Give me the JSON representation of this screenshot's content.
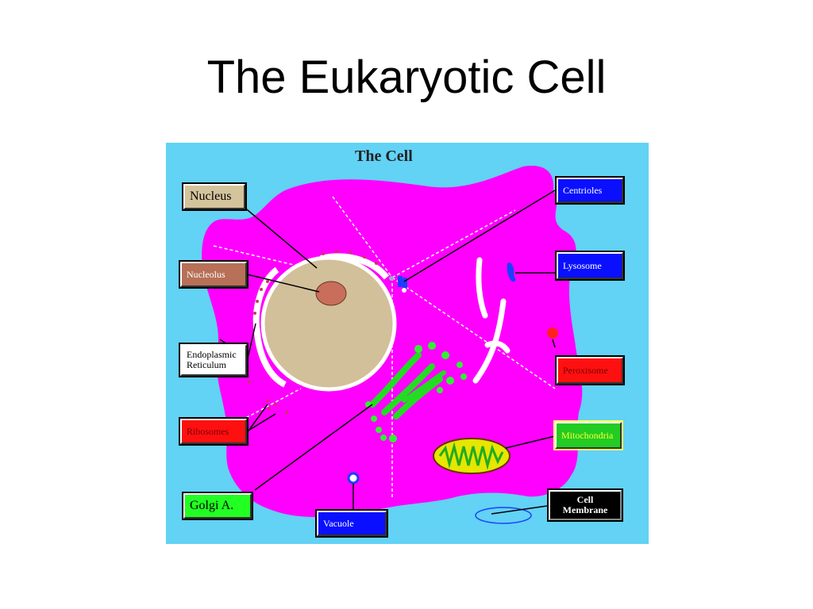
{
  "slide": {
    "title": "The Eukaryotic Cell"
  },
  "diagram": {
    "title": "The Cell"
  },
  "labels": {
    "nucleus": "Nucleus",
    "nucleolus": "Nucleolus",
    "endoplasmic_reticulum_line1": "Endoplasmic",
    "endoplasmic_reticulum_line2": "Reticulum",
    "ribosomes": "Ribosomes",
    "golgi": "Golgi A.",
    "vacuole": "Vacuole",
    "centrioles": "Centrioles",
    "lysosome": "Lysosome",
    "peroxisome": "Peroxisome",
    "mitochondria": "Mitochondria",
    "cell_membrane_line1": "Cell",
    "cell_membrane_line2": "Membrane"
  },
  "colors": {
    "background": "#62d2f5",
    "cytoplasm": "#ff00ff",
    "nucleus": "#d2c09a",
    "nucleolus": "#c86e5a",
    "golgi": "#33ee33",
    "mitochondria": "#e6e600",
    "label_nucleus": "#d4c49c",
    "label_nucleolus": "#b87058",
    "label_er": "#ffffff",
    "label_ribosomes": "#ff1010",
    "label_golgi": "#22ff22",
    "label_vacuole": "#0a10ff",
    "label_centrioles": "#0a10ff",
    "label_lysosome": "#0a10ff",
    "label_peroxisome": "#ff1010",
    "label_mitochondria": "#22cc22",
    "label_membrane": "#000000"
  }
}
